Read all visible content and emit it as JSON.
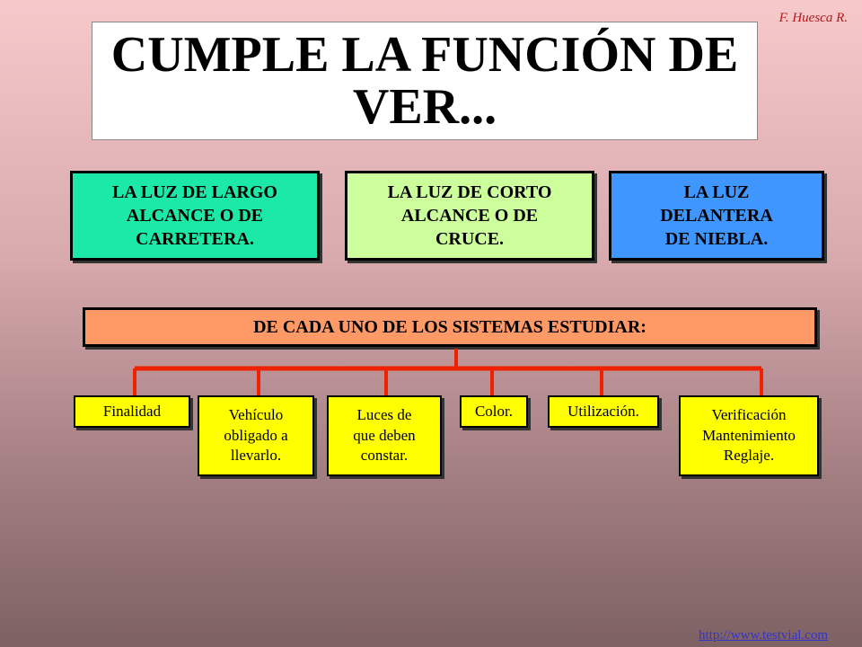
{
  "author": "F. Huesca R.",
  "title": "CUMPLE LA FUNCIÓN DE VER...",
  "lights": [
    {
      "label": "LA LUZ DE LARGO\nALCANCE O DE\nCARRETERA.",
      "color": "#1de9a6"
    },
    {
      "label": "LA LUZ DE CORTO\nALCANCE O DE\nCRUCE.",
      "color": "#ccff9c"
    },
    {
      "label": "LA LUZ\nDELANTERA\nDE NIEBLA.",
      "color": "#3f96ff"
    }
  ],
  "study": {
    "label": "DE CADA UNO DE LOS SISTEMAS  ESTUDIAR:",
    "color": "#ff9966"
  },
  "items": [
    {
      "label": "Finalidad"
    },
    {
      "label": "Vehículo\nobligado a\nllevarlo."
    },
    {
      "label": "Luces de\nque deben\nconstar."
    },
    {
      "label": "Color."
    },
    {
      "label": "Utilización."
    },
    {
      "label": "Verificación\nMantenimiento\nReglaje."
    }
  ],
  "connector_color": "#ee2200",
  "footer_url": "http://www.testvial.com"
}
